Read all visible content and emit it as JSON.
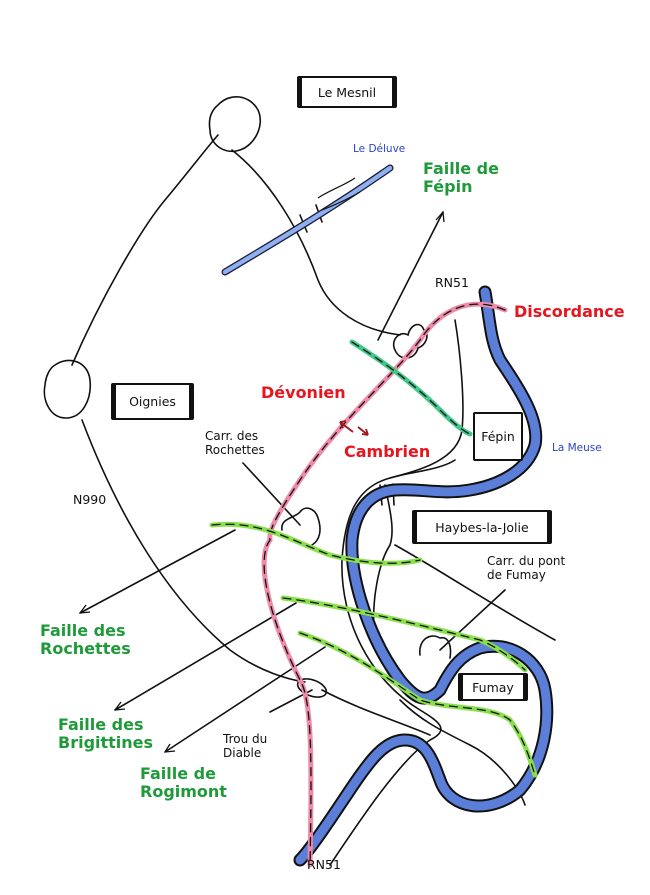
{
  "map": {
    "towns": [
      {
        "id": "le-mesnil",
        "label": "Le Mesnil"
      },
      {
        "id": "oignies",
        "label": "Oignies"
      },
      {
        "id": "fepin",
        "label": "Fépin"
      },
      {
        "id": "haybes",
        "label": "Haybes-la-Jolie"
      },
      {
        "id": "fumay",
        "label": "Fumay"
      }
    ],
    "rivers": [
      {
        "id": "deluve",
        "label": "Le Déluve"
      },
      {
        "id": "meuse",
        "label": "La Meuse"
      }
    ],
    "roads": [
      {
        "id": "rn51-north",
        "label": "RN51"
      },
      {
        "id": "rn51-south",
        "label": "RN51"
      },
      {
        "id": "n990",
        "label": "N990"
      }
    ],
    "faults": [
      {
        "id": "fepin",
        "label": "Faille de\nFépin"
      },
      {
        "id": "rochettes",
        "label": "Faille des\nRochettes"
      },
      {
        "id": "brigittines",
        "label": "Faille des\nBrigittines"
      },
      {
        "id": "rogimont",
        "label": "Faille de\nRogimont"
      }
    ],
    "geology": [
      {
        "id": "discordance",
        "label": "Discordance"
      },
      {
        "id": "devonien",
        "label": "Dévonien"
      },
      {
        "id": "cambrien",
        "label": "Cambrien"
      }
    ],
    "sites": [
      {
        "id": "carr-rochettes",
        "label": "Carr. des\nRochettes"
      },
      {
        "id": "carr-pont-fumay",
        "label": "Carr. du pont\nde Fumay"
      },
      {
        "id": "trou-diable",
        "label": "Trou du\nDiable"
      }
    ],
    "colors": {
      "river": "#5b7fd8",
      "river_edge": "#1a1a3a",
      "fault": "#7fdc3a",
      "fault_fepin": "#3fc88a",
      "discordance": "#ee8aa8",
      "label_fault": "#1f9a3a",
      "label_geo": "#e8141e",
      "label_river": "#2a44c2"
    }
  }
}
